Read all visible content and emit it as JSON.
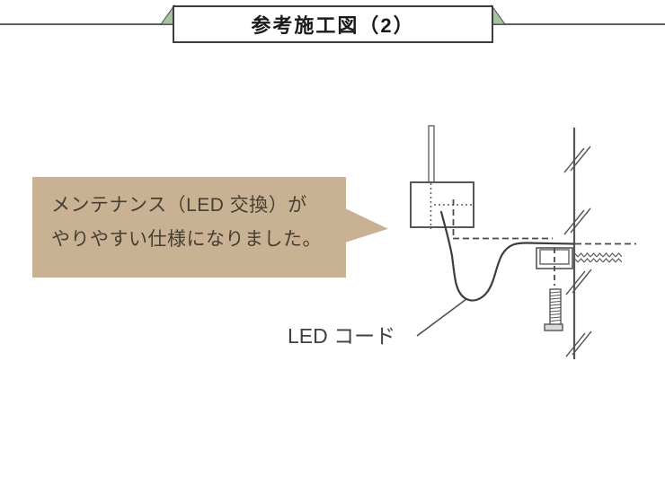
{
  "header": {
    "title": "参考施工図（2）",
    "colors": {
      "ribbon_green": "#a8c2a0",
      "box_border": "#3d3d3d",
      "rule": "#606060"
    }
  },
  "callout": {
    "lines": [
      "メンテナンス（LED 交換）が",
      "やりやすい仕様になりました。"
    ],
    "colors": {
      "bg": "#c9b294",
      "text": "#463e33"
    }
  },
  "diagram": {
    "cord_label": "LED コード",
    "colors": {
      "line": "#4a4a4a"
    }
  }
}
